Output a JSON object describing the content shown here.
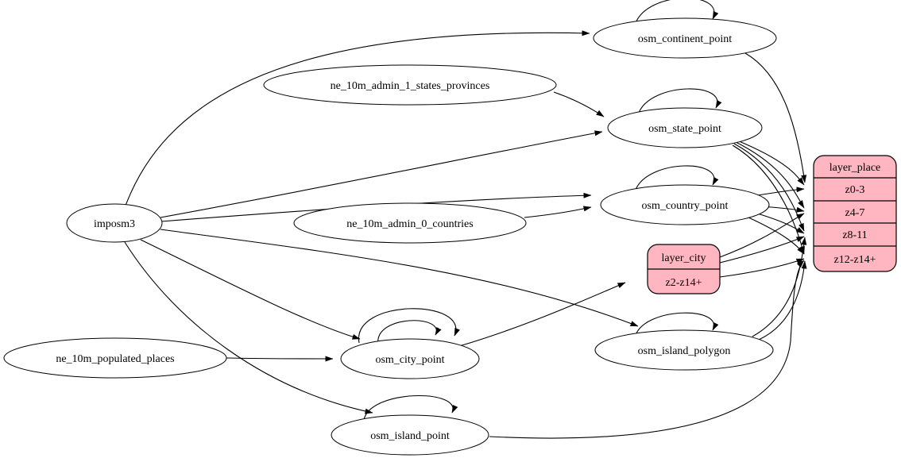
{
  "colors": {
    "record_fill": "#ffb6c1",
    "node_fill": "#ffffff",
    "edge_stroke": "#000000",
    "background": "#ffffff"
  },
  "nodes": {
    "imposm3": {
      "label": "imposm3"
    },
    "ne_10m_admin_1_states_provinces": {
      "label": "ne_10m_admin_1_states_provinces"
    },
    "ne_10m_admin_0_countries": {
      "label": "ne_10m_admin_0_countries"
    },
    "ne_10m_populated_places": {
      "label": "ne_10m_populated_places"
    },
    "osm_continent_point": {
      "label": "osm_continent_point"
    },
    "osm_state_point": {
      "label": "osm_state_point"
    },
    "osm_country_point": {
      "label": "osm_country_point"
    },
    "osm_city_point": {
      "label": "osm_city_point"
    },
    "osm_island_polygon": {
      "label": "osm_island_polygon"
    },
    "osm_island_point": {
      "label": "osm_island_point"
    }
  },
  "records": {
    "layer_city": {
      "title": "layer_city",
      "rows": [
        "z2-z14+"
      ]
    },
    "layer_place": {
      "title": "layer_place",
      "rows": [
        "z0-3",
        "z4-7",
        "z8-11",
        "z12-z14+"
      ]
    }
  },
  "edges": [
    {
      "from": "imposm3",
      "to": "osm_continent_point"
    },
    {
      "from": "imposm3",
      "to": "osm_state_point"
    },
    {
      "from": "imposm3",
      "to": "osm_country_point"
    },
    {
      "from": "imposm3",
      "to": "osm_city_point"
    },
    {
      "from": "imposm3",
      "to": "osm_island_polygon"
    },
    {
      "from": "imposm3",
      "to": "osm_island_point"
    },
    {
      "from": "ne_10m_admin_1_states_provinces",
      "to": "osm_state_point"
    },
    {
      "from": "ne_10m_admin_0_countries",
      "to": "osm_country_point"
    },
    {
      "from": "ne_10m_populated_places",
      "to": "osm_city_point"
    },
    {
      "from": "osm_continent_point",
      "to": "osm_continent_point"
    },
    {
      "from": "osm_state_point",
      "to": "osm_state_point"
    },
    {
      "from": "osm_country_point",
      "to": "osm_country_point"
    },
    {
      "from": "osm_city_point",
      "to": "osm_city_point"
    },
    {
      "from": "osm_city_point",
      "to": "osm_city_point"
    },
    {
      "from": "osm_island_polygon",
      "to": "osm_island_polygon"
    },
    {
      "from": "osm_island_point",
      "to": "osm_island_point"
    },
    {
      "from": "osm_city_point",
      "to": "layer_city",
      "to_row": "z2-z14+"
    },
    {
      "from": "osm_continent_point",
      "to": "layer_place",
      "to_row": "z0-3"
    },
    {
      "from": "osm_state_point",
      "to": "layer_place",
      "to_row": "z0-3"
    },
    {
      "from": "osm_state_point",
      "to": "layer_place",
      "to_row": "z4-7"
    },
    {
      "from": "osm_state_point",
      "to": "layer_place",
      "to_row": "z8-11"
    },
    {
      "from": "osm_state_point",
      "to": "layer_place",
      "to_row": "z12-z14+"
    },
    {
      "from": "osm_country_point",
      "to": "layer_place",
      "to_row": "z0-3"
    },
    {
      "from": "osm_country_point",
      "to": "layer_place",
      "to_row": "z4-7"
    },
    {
      "from": "osm_country_point",
      "to": "layer_place",
      "to_row": "z8-11"
    },
    {
      "from": "osm_country_point",
      "to": "layer_place",
      "to_row": "z12-z14+"
    },
    {
      "from": "layer_city",
      "to": "layer_place",
      "to_row": "z4-7"
    },
    {
      "from": "layer_city",
      "to": "layer_place",
      "to_row": "z8-11"
    },
    {
      "from": "layer_city",
      "to": "layer_place",
      "to_row": "z12-z14+"
    },
    {
      "from": "osm_island_polygon",
      "to": "layer_place",
      "to_row": "z8-11"
    },
    {
      "from": "osm_island_polygon",
      "to": "layer_place",
      "to_row": "z12-z14+"
    },
    {
      "from": "osm_island_point",
      "to": "layer_place",
      "to_row": "z12-z14+"
    }
  ]
}
